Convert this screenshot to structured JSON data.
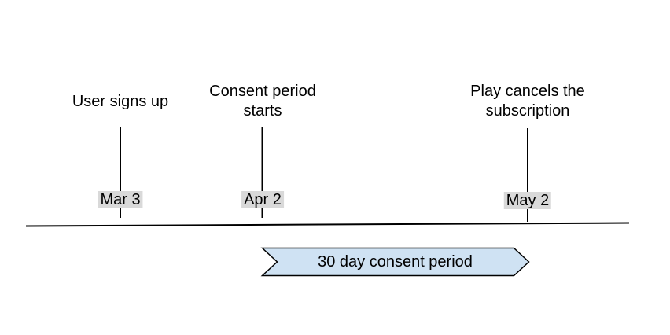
{
  "diagram": {
    "type": "timeline"
  },
  "events": [
    {
      "label": "User signs up",
      "date": "Mar 3"
    },
    {
      "label": "Consent period starts",
      "date": "Apr 2"
    },
    {
      "label": "Play cancels the subscription",
      "date": "May 2"
    }
  ],
  "ribbon": {
    "label": "30 day consent period",
    "fill": "#cfe2f3",
    "border": "#000000"
  },
  "colors": {
    "background": "#ffffff",
    "badge_background": "#d9d9d9",
    "line": "#000000",
    "text": "#000000"
  }
}
